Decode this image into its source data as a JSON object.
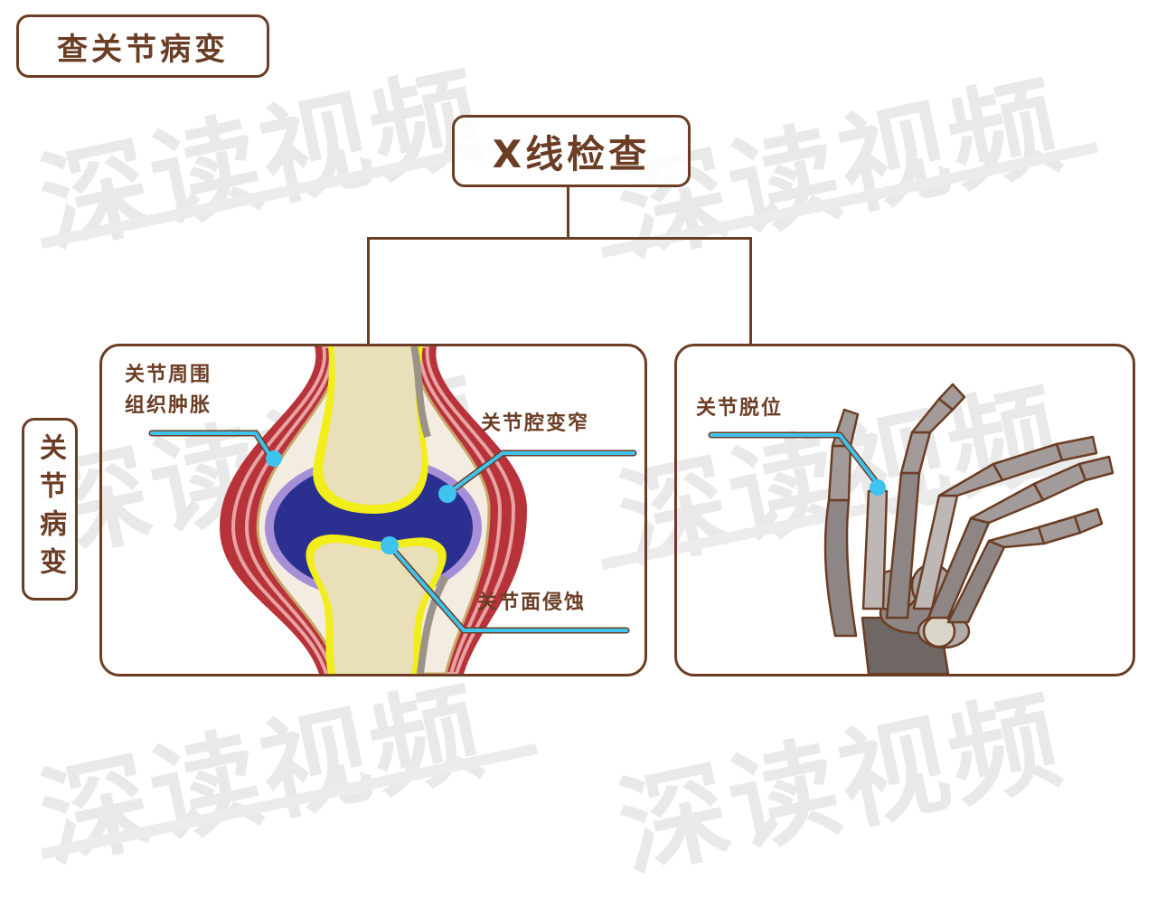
{
  "header": {
    "title": "查关节病变"
  },
  "tree": {
    "root": "X线检查",
    "side_tag": "关节病变"
  },
  "left_panel": {
    "labels": {
      "soft_tissue_line1": "关节周围",
      "soft_tissue_line2": "组织肿胀",
      "space_narrowing": "关节腔变窄",
      "surface_erosion": "关节面侵蚀"
    }
  },
  "right_panel": {
    "labels": {
      "dislocation": "关节脱位"
    }
  },
  "watermark": {
    "text": "深读视频"
  },
  "colors": {
    "brown": "#6b3d24",
    "callout_blue": "#3ec3ee",
    "joint_cavity": "#2b2f8f",
    "cartilage": "#f2ee1a",
    "bone": "#e9dfb9",
    "muscle": "#b8323a",
    "hand_bone": "#8e8685"
  }
}
